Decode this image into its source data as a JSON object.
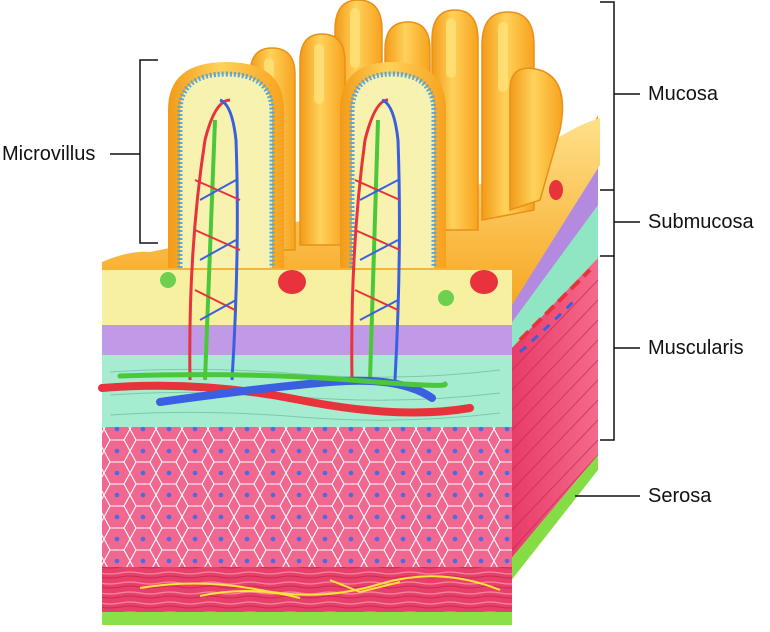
{
  "labels": {
    "microvillus": "Microvillus",
    "mucosa": "Mucosa",
    "submucosa": "Submucosa",
    "muscularis": "Muscularis",
    "serosa": "Serosa"
  },
  "colors": {
    "villus_orange": "#f7a21e",
    "villus_highlight": "#ffe27a",
    "lamina_yellow": "#f7f0a0",
    "submucosa_purple": "#b48ae0",
    "mint_layer": "#9ee8c8",
    "muscle_pink": "#f0507a",
    "serosa_green": "#8be04a",
    "artery_red": "#e8323c",
    "vein_blue": "#3a5fe0",
    "lacteal_green": "#4ac83a"
  }
}
